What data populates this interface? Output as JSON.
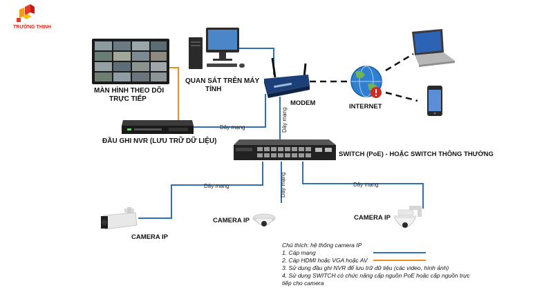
{
  "brand": {
    "name": "TRƯỜNG THỊNH",
    "color": "#d42a1e"
  },
  "colors": {
    "lan": "#2f6db5",
    "video": "#f28a1e",
    "internet": "#111111"
  },
  "devices": {
    "monitor_label_1": "MÀN HÌNH THEO DÕI",
    "monitor_label_2": "TRỰC TIẾP",
    "pc_label_1": "QUAN SÁT TRÊN MÁY",
    "pc_label_2": "TÍNH",
    "modem_label": "MODEM",
    "internet_label": "INTERNET",
    "nvr_label": "ĐẦU GHI NVR (LƯU TRỮ DỮ LIỆU)",
    "switch_label": "SWITCH (PoE)  - HOẶC SWITCH THÔNG THƯỜNG",
    "camera_left_label": "CAMERA IP",
    "camera_mid_label": "CAMERA IP",
    "camera_right_label": "CAMERA IP"
  },
  "cables": {
    "nvr_modem": "Dây mạng",
    "modem_switch": "Dây mạng",
    "switch_cam_left": "Dây mạng",
    "switch_cam_mid": "Dây mạng",
    "switch_cam_right": "Dây mạng"
  },
  "legend": {
    "title": "Chú thích: hệ thống camera IP",
    "items": [
      "1. Cáp mạng",
      "2. Cáp HDMI hoặc VGA hoặc AV",
      "3. Sử dụng đầu ghi NVR để lưu trữ dữ liệu (các video, hình ảnh)",
      "4. Sử dụng SWITCH có chức năng cấp nguồn PoE hoặc cấp nguồn trực",
      "tiếp cho camera"
    ]
  }
}
